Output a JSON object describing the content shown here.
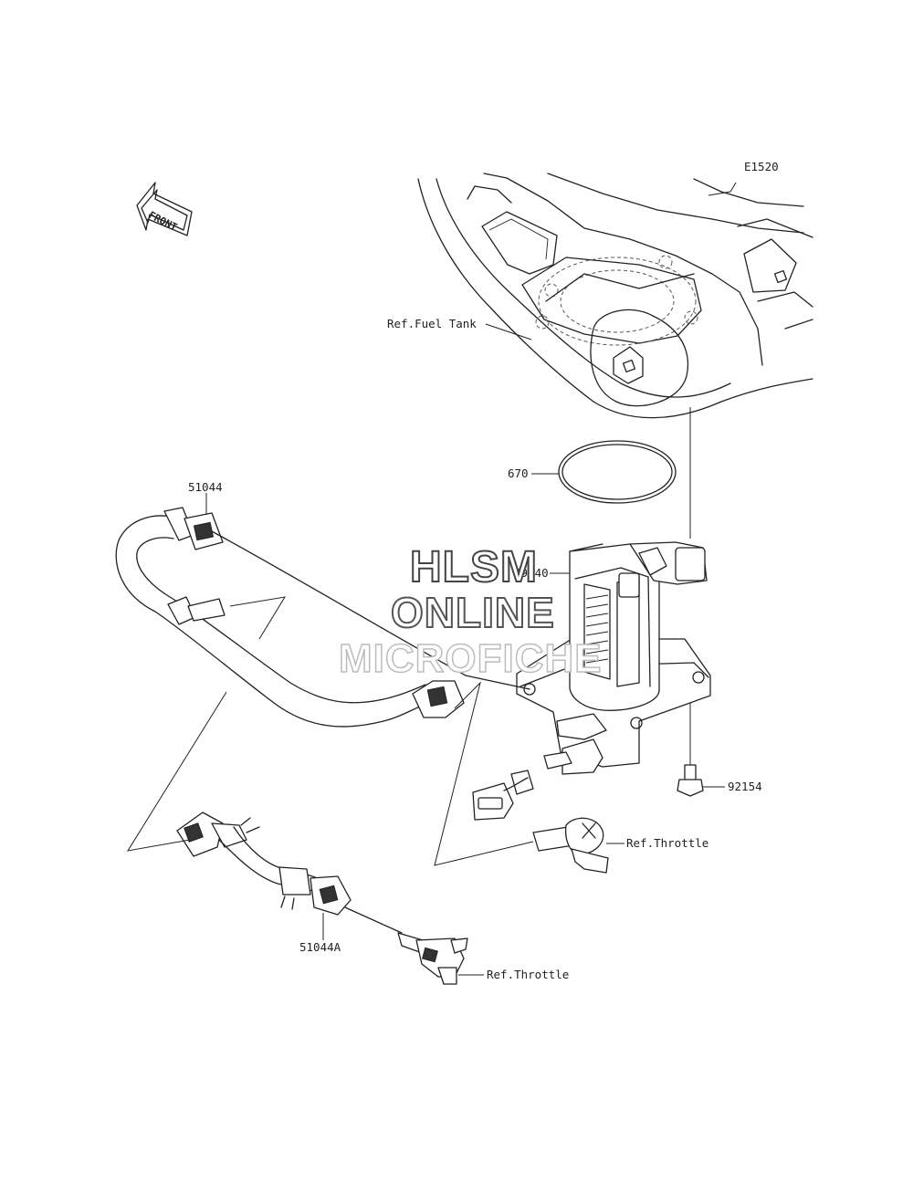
{
  "diagram_code": "E1520",
  "front_badge": "FRONT",
  "parts": {
    "fuel_tank_ref": "Ref.Fuel Tank",
    "o_ring": "670",
    "fuel_pump": "49040",
    "bolt": "92154",
    "hose_upper": "51044",
    "hose_lower": "51044A",
    "throttle_ref_upper": "Ref.Throttle",
    "throttle_ref_lower": "Ref.Throttle"
  },
  "watermark": {
    "line1": "HLSM",
    "line2": "ONLINE",
    "line3": "MICROFICHE"
  }
}
